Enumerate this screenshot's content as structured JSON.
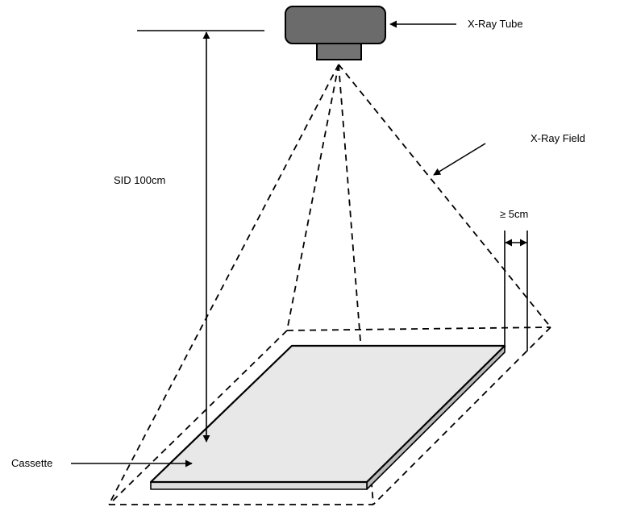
{
  "labels": {
    "xray_tube": "X-Ray Tube",
    "xray_field": "X-Ray Field",
    "sid": "SID 100cm",
    "margin": "≥ 5cm",
    "cassette": "Cassette"
  },
  "colors": {
    "line": "#000000",
    "tube_body": "#6b6b6b",
    "tube_port": "#737373",
    "cassette_top": "#e8e8e8",
    "cassette_side": "#b9b9b9",
    "cassette_front": "#dcdcdc",
    "background": "#ffffff"
  },
  "icons": {
    "arrowhead": "arrowhead-icon"
  }
}
